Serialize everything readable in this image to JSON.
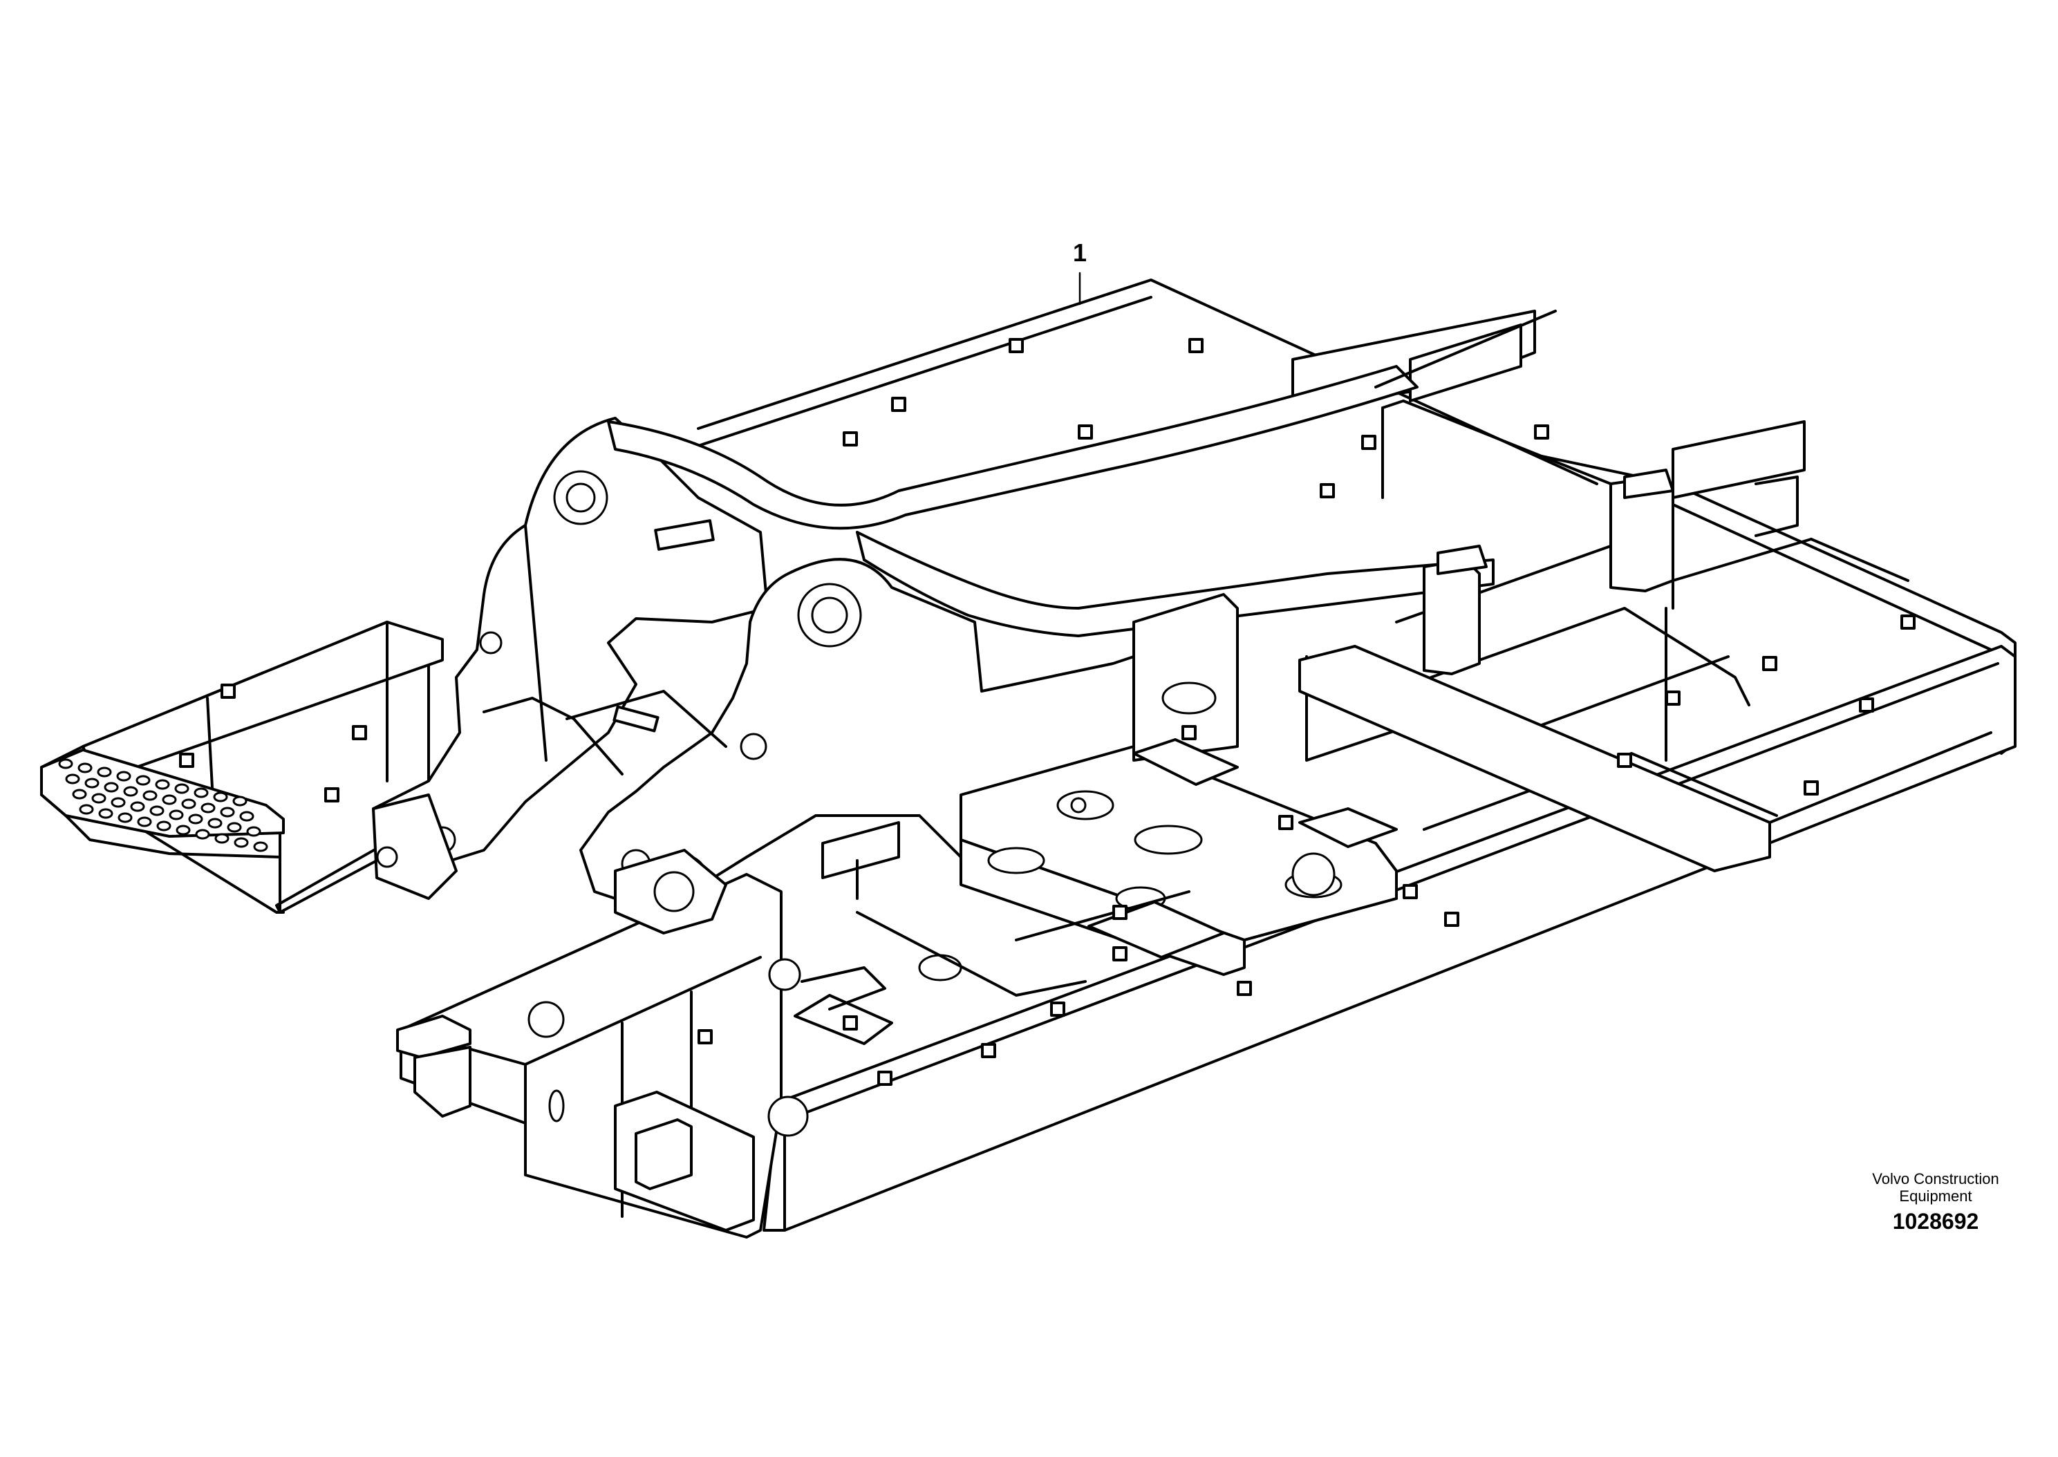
{
  "diagram": {
    "callout": {
      "label": "1"
    },
    "footer": {
      "company_line1": "Volvo Construction",
      "company_line2": "Equipment",
      "drawing_number": "1028692"
    },
    "colors": {
      "line": "#000000",
      "background": "#ffffff"
    }
  }
}
